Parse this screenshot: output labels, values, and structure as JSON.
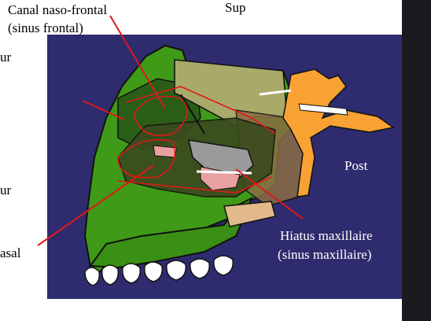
{
  "labels": {
    "top_left_line1": "Canal naso-frontal",
    "top_left_line2": "(sinus frontal)",
    "top_center": "Sup",
    "left_fragment_1": "ur",
    "left_fragment_2": "ur",
    "left_fragment_3": "asal",
    "right": "Post",
    "bottom_right_line1": "Hiatus maxillaire",
    "bottom_right_line2": "(sinus maxillaire)"
  },
  "colors": {
    "panel": "#2e2c6e",
    "bone_green": "#3f9a18",
    "dark_green": "#2a5e16",
    "orange": "#f7a233",
    "khaki": "#a9a96a",
    "annotation_red": "#e01818"
  }
}
